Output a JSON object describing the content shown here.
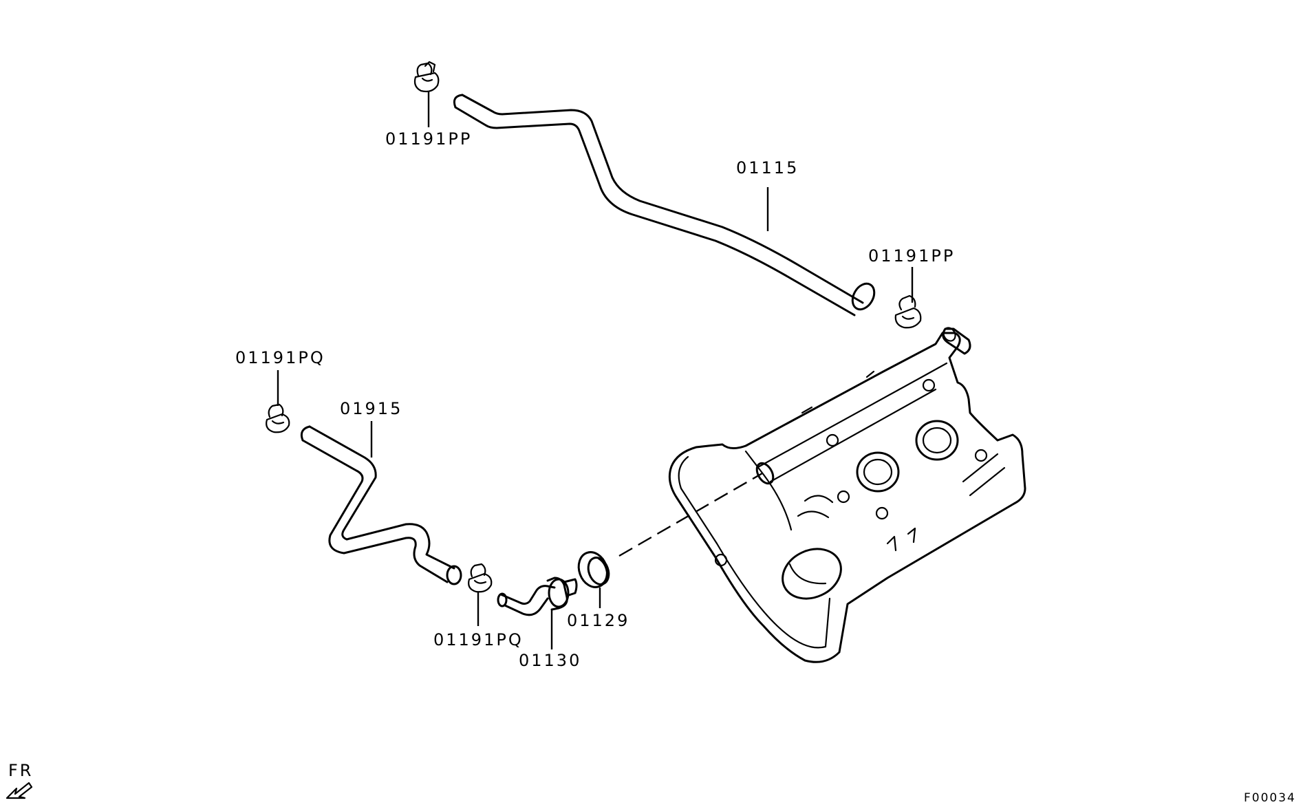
{
  "diagram": {
    "parts": {
      "clamp_top_left": {
        "label": "01191PP"
      },
      "hose_upper": {
        "label": "01115"
      },
      "clamp_top_right": {
        "label": "01191PP"
      },
      "clamp_left": {
        "label": "01191PQ"
      },
      "hose_lower": {
        "label": "01915"
      },
      "clamp_bottom": {
        "label": "01191PQ"
      },
      "pcv_valve": {
        "label": "01130"
      },
      "grommet": {
        "label": "01129"
      }
    },
    "direction_indicator": {
      "label": "FR"
    },
    "figure_code": "F00034"
  }
}
